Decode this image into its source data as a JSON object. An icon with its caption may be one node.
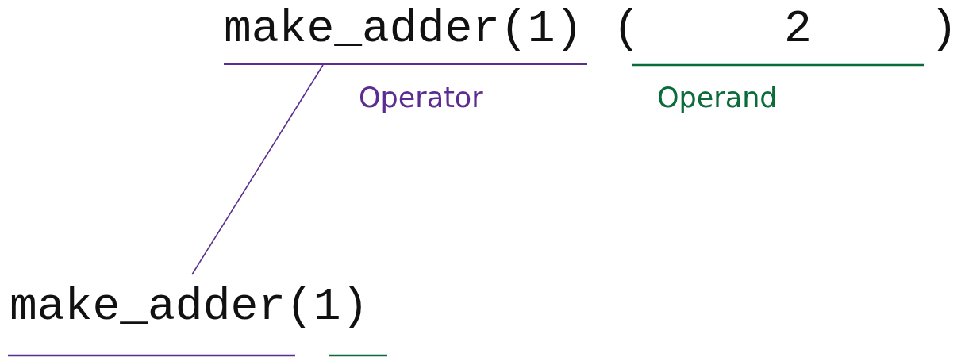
{
  "diagram": {
    "nodes": [
      {
        "text": [
          "make_adder(1)"
        ]
      },
      {
        "text": [
          "make_adder(1)"
        ]
      }
    ],
    "edges": [
      {
        "from": 0,
        "to": 1,
        "arrow": "none"
      }
    ],
    "labels": [
      "(",
      "2",
      ")",
      "Operator",
      "Operand"
    ]
  }
}
